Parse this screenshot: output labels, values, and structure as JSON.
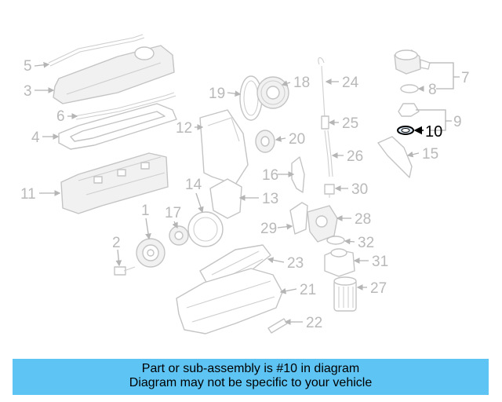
{
  "diagram": {
    "callouts": {
      "c1": "1",
      "c2": "2",
      "c3": "3",
      "c4": "4",
      "c5": "5",
      "c6": "6",
      "c7": "7",
      "c8": "8",
      "c9": "9",
      "c10": "10",
      "c11": "11",
      "c12": "12",
      "c13": "13",
      "c14": "14",
      "c15": "15",
      "c16": "16",
      "c17": "17",
      "c18": "18",
      "c19": "19",
      "c20": "20",
      "c21": "21",
      "c22": "22",
      "c23": "23",
      "c24": "24",
      "c25": "25",
      "c26": "26",
      "c27": "27",
      "c28": "28",
      "c29": "29",
      "c30": "30",
      "c31": "31",
      "c32": "32"
    },
    "highlighted_callout": "10",
    "highlight_color": "#000000"
  },
  "footer": {
    "line1": "Part or sub-assembly is #10 in diagram",
    "line2": "Diagram may not be specific to your vehicle",
    "background": "#5ec4f3"
  }
}
